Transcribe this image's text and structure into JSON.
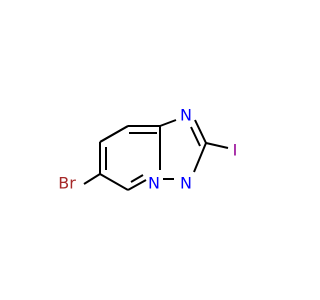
{
  "molecule": {
    "atoms": {
      "br": {
        "label": "Br",
        "color": "#A62929"
      },
      "i": {
        "label": "I",
        "color": "#940094"
      },
      "n_top": {
        "label": "N",
        "color": "#0000FF"
      },
      "n_bridge": {
        "label": "N",
        "color": "#0000FF"
      },
      "n_bottom": {
        "label": "N",
        "color": "#0000FF"
      }
    },
    "bond_color": "#000000",
    "background": "#FFFFFF"
  }
}
